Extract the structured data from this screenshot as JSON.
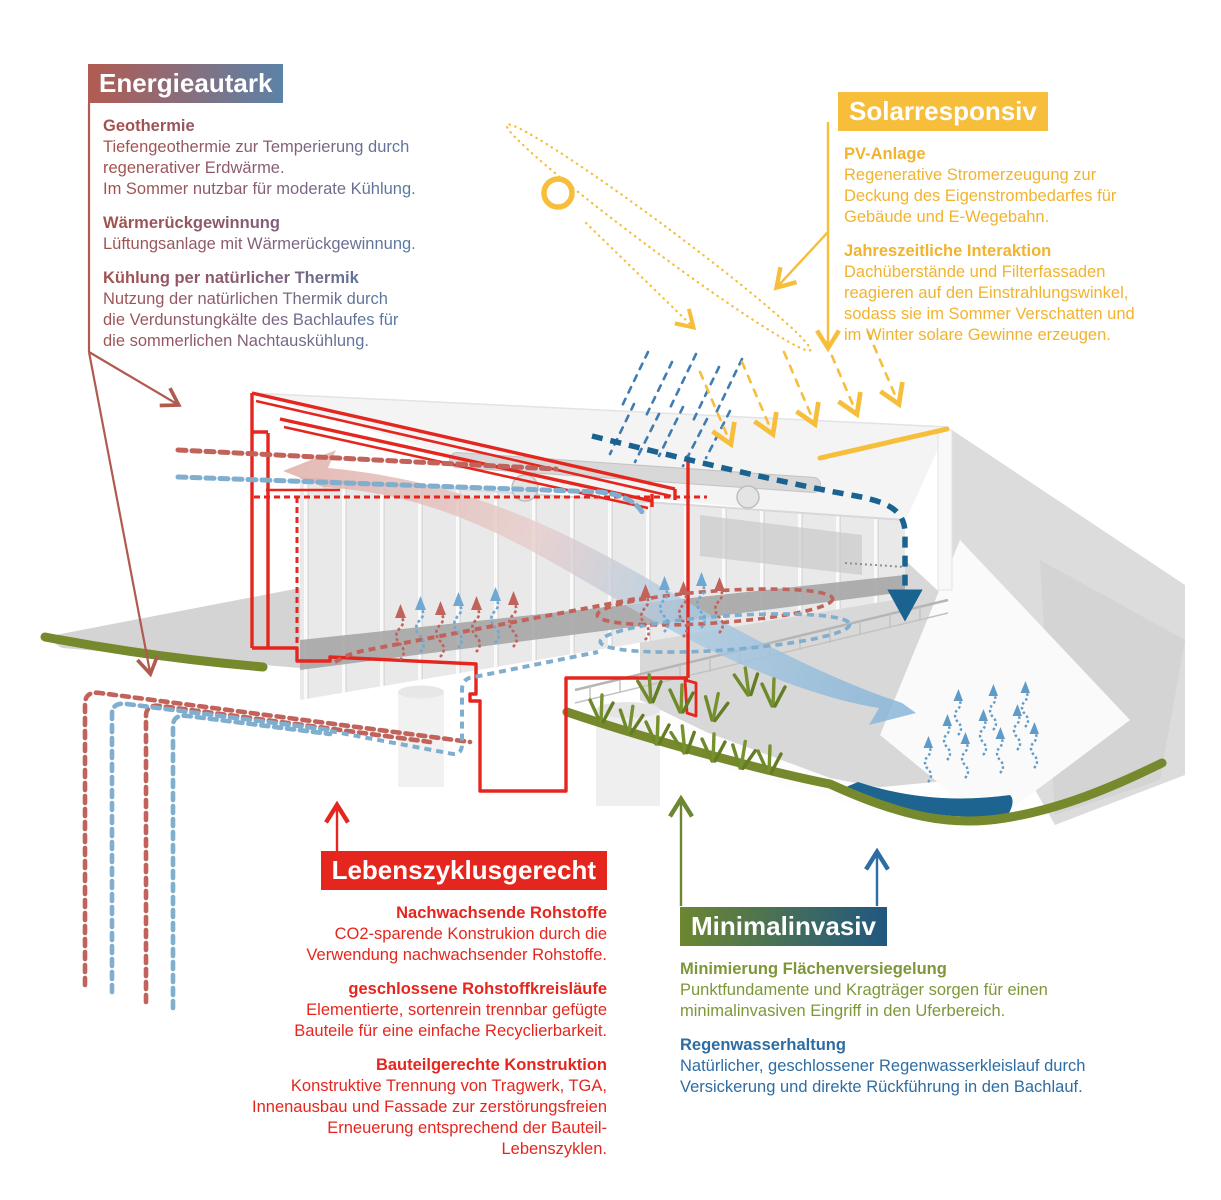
{
  "blocks": {
    "energieautark": {
      "title": "Energieautark",
      "sections": [
        {
          "heading": "Geothermie",
          "lines": [
            "Tiefengeothermie zur Temperierung durch",
            "regenerativer Erdwärme.",
            "Im Sommer nutzbar für moderate Kühlung."
          ]
        },
        {
          "heading": "Wärmerückgewinnung",
          "lines": [
            "Lüftungsanlage mit Wärmerückgewinnung."
          ]
        },
        {
          "heading": "Kühlung per natürlicher Thermik",
          "lines": [
            "Nutzung der natürlichen Thermik durch",
            "die Verdunstungkälte des Bachlaufes für",
            "die sommerlichen Nachtauskühlung."
          ]
        }
      ]
    },
    "solarresponsiv": {
      "title": "Solarresponsiv",
      "sections": [
        {
          "heading": "PV-Anlage",
          "lines": [
            "Regenerative Stromerzeugung zur",
            "Deckung des Eigenstrombedarfes für",
            "Gebäude und E-Wegebahn."
          ]
        },
        {
          "heading": "Jahreszeitliche Interaktion",
          "lines": [
            "Dachüberstände und Filterfassaden",
            "reagieren auf den Einstrahlungswinkel,",
            "sodass sie im Sommer Verschatten und",
            "im Winter solare Gewinne erzeugen."
          ]
        }
      ]
    },
    "lebenszyklusgerecht": {
      "title": "Lebenszyklusgerecht",
      "sections": [
        {
          "heading": "Nachwachsende Rohstoffe",
          "lines": [
            "CO2-sparende Konstrukion durch die",
            "Verwendung nachwachsender Rohstoffe."
          ]
        },
        {
          "heading": "geschlossene Rohstoffkreisläufe",
          "lines": [
            "Elementierte, sortenrein trennbar gefügte",
            "Bauteile für eine einfache Recyclierbarkeit."
          ]
        },
        {
          "heading": "Bauteilgerechte Konstruktion",
          "lines": [
            "Konstruktive Trennung von Tragwerk, TGA,",
            "Innenausbau und Fassade zur zerstörungsfreien",
            "Erneuerung entsprechend der Bauteil-Lebenszyklen."
          ]
        }
      ]
    },
    "minimalinvasiv": {
      "title": "Minimalinvasiv",
      "sections": [
        {
          "heading": "Minimierung Flächenversiegelung",
          "lines": [
            "Punktfundamente und Kragträger sorgen für einen",
            "minimalinvasiven Eingriff in den Uferbereich."
          ]
        },
        {
          "heading": "Regenwasserhaltung",
          "lines": [
            "Natürlicher, geschlossener Regenwasserkleislauf durch",
            "Versickerung und direkte Rückführung in den Bachlauf."
          ]
        }
      ]
    }
  },
  "colors": {
    "energie_red": "#B25B51",
    "energie_blue": "#5C82A8",
    "solar_yellow": "#F6BE3B",
    "lifecycle_red": "#E5261E",
    "invasive_green": "#6C8731",
    "invasive_blue": "#205780",
    "bank_green": "#76892C",
    "water_blue": "#1D6490",
    "rain_blue": "#3E7CB1",
    "downpipe_blue": "#1A628F",
    "pipe_warm_red": "#C2635B",
    "pipe_cool_blue": "#7FAECE"
  },
  "icons": {
    "sun-icon": "open yellow circle on dotted sun-path ellipse",
    "sun-path-icon": "dotted yellow ellipse with arrow",
    "rain-icon": "blue dashed diagonal strokes",
    "solar-rays-icon": "yellow dashed arrows onto roof edge",
    "roof-edge-highlight-icon": "solid yellow line on roof",
    "rainwater-downpipe-icon": "thick dark-blue dashed arrow",
    "geothermal-pipes-icon": "red/blue dashed borehole loops",
    "floor-heating-icon": "red/blue wavy arrows over dashed loops",
    "airflow-band-icon": "pink-to-blue gradient ribbon",
    "evaporation-icon": "light blue wavy arrows",
    "grass-icon": "green blade strokes",
    "stream-icon": "dark blue water body with green bank"
  }
}
